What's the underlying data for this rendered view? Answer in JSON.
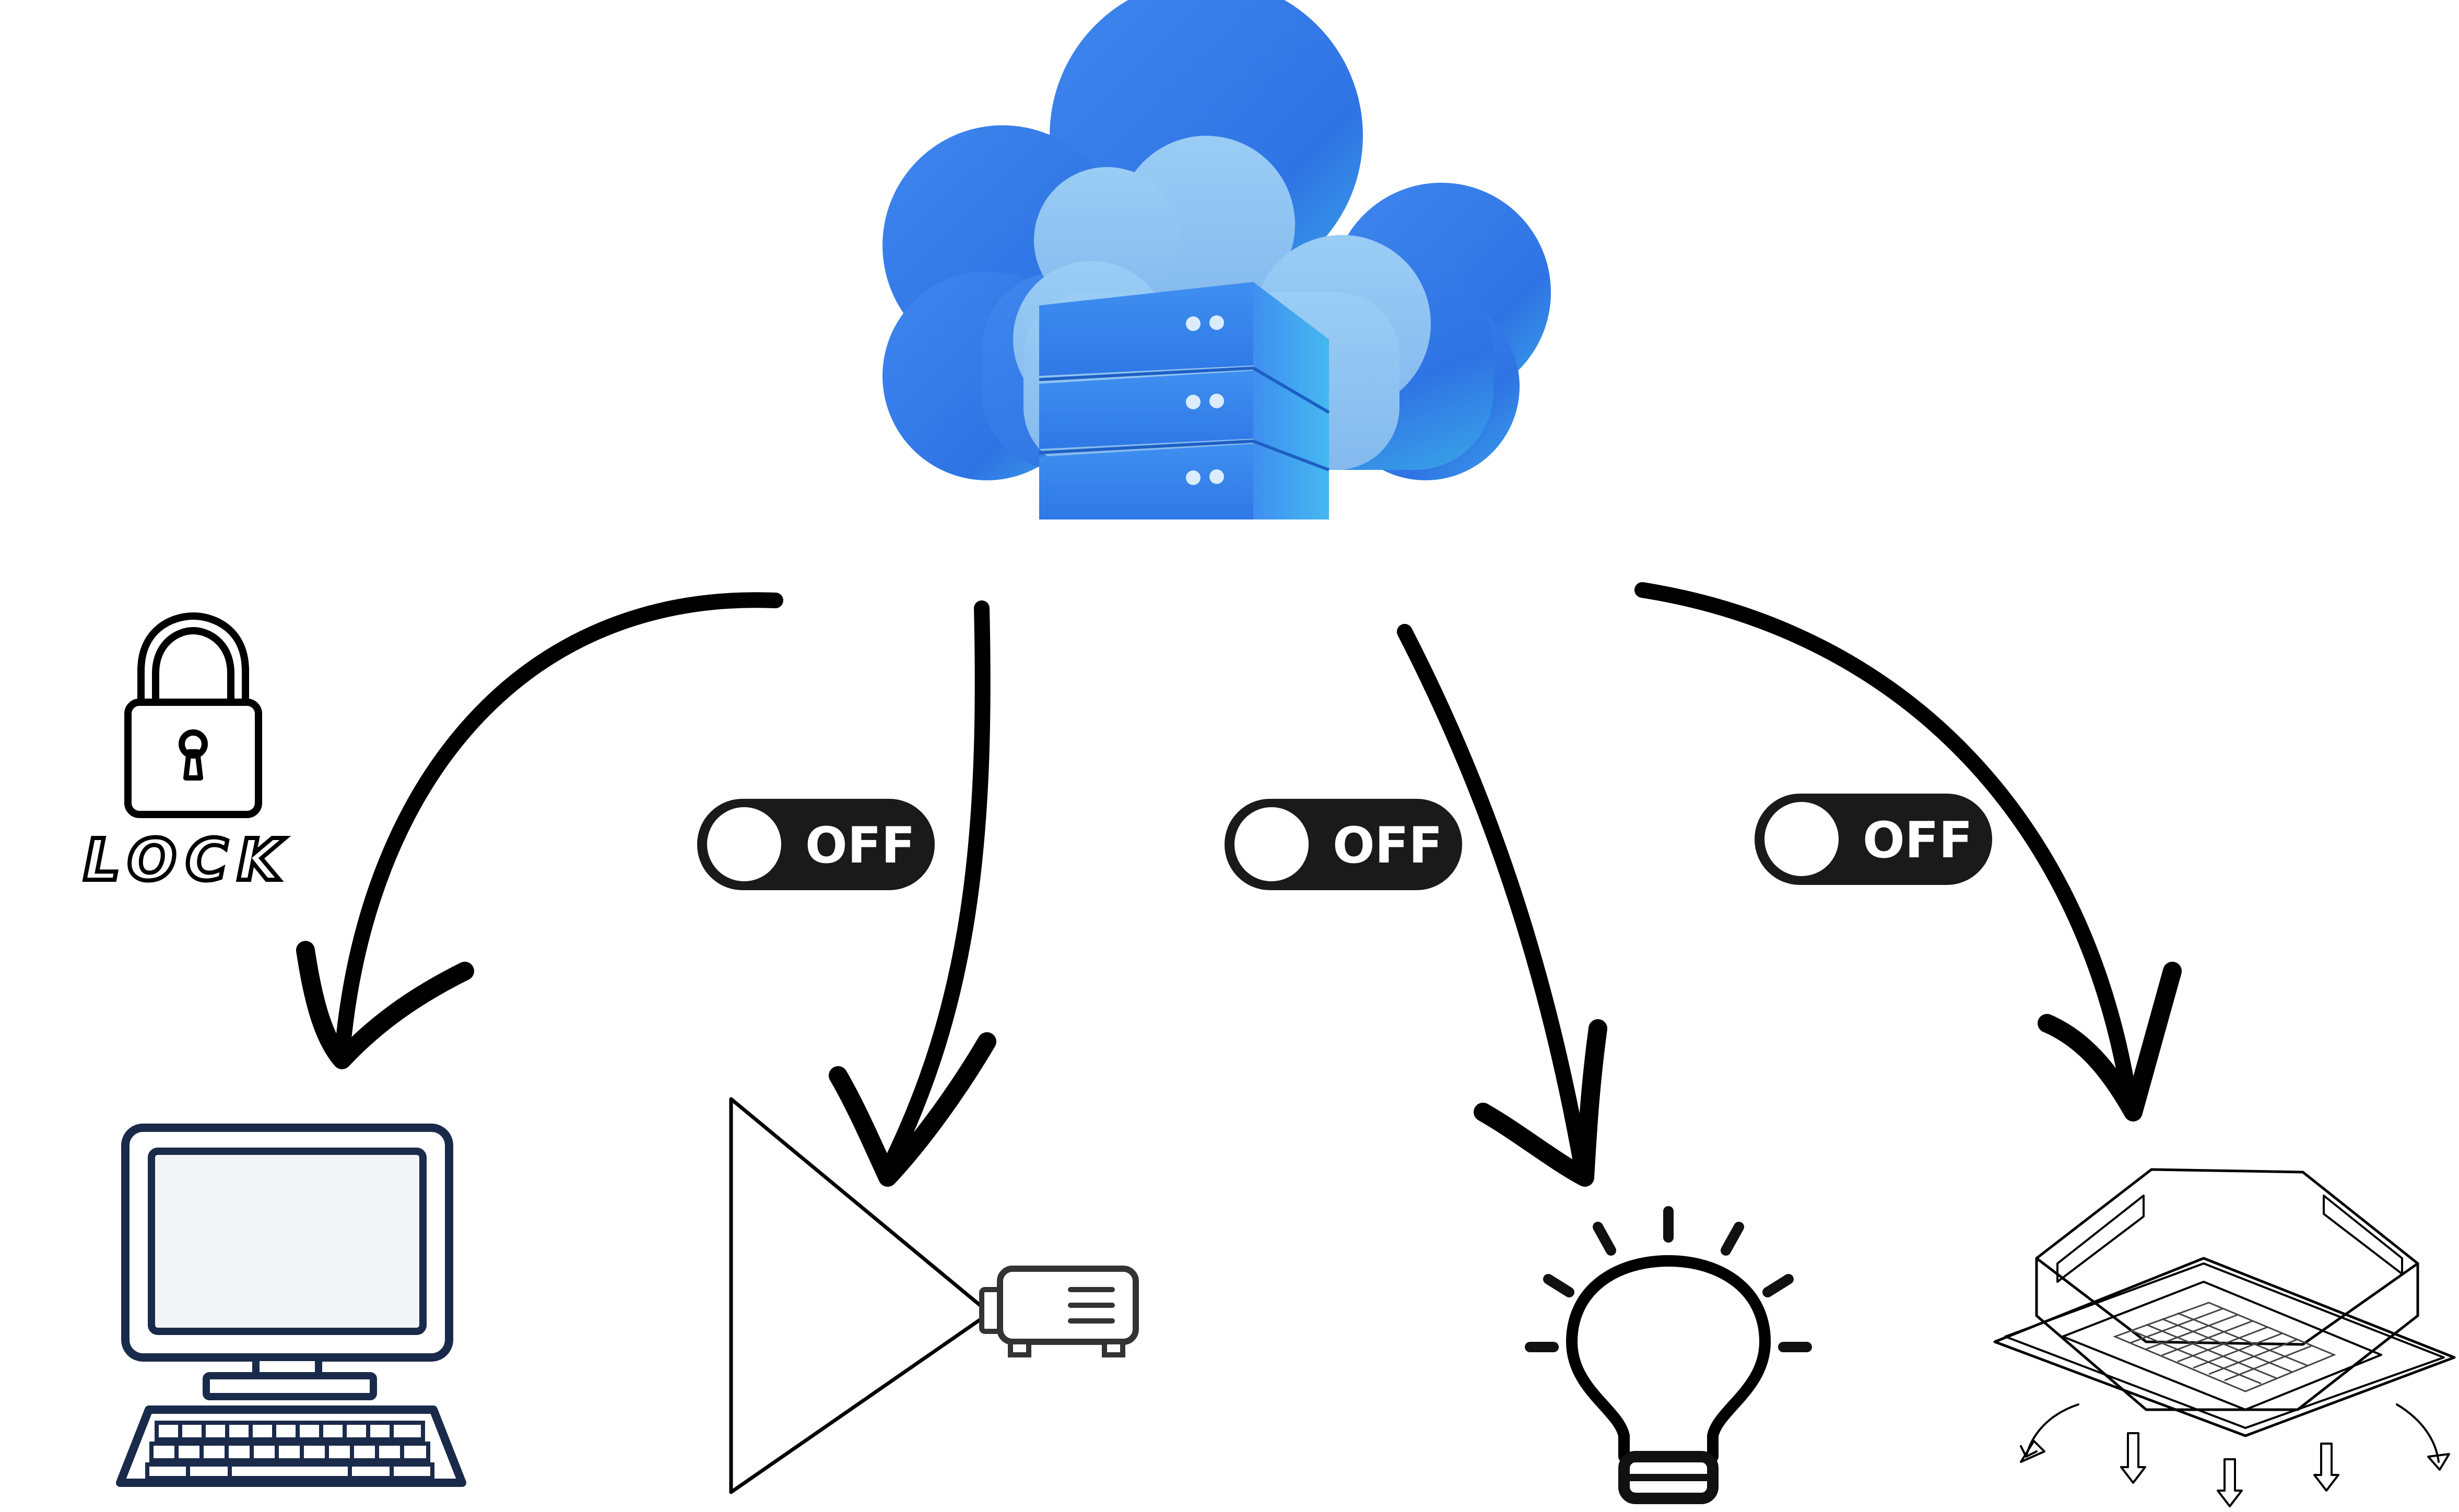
{
  "hub": {
    "icon": "cloud-server-icon",
    "colors": {
      "cloud_dark": "#2f7bea",
      "cloud_light": "#8ec4f2",
      "server": "#3d8cf0"
    }
  },
  "lock_label": "LOCK",
  "toggles": [
    {
      "label": "OFF",
      "state": "off"
    },
    {
      "label": "OFF",
      "state": "off"
    },
    {
      "label": "OFF",
      "state": "off"
    }
  ],
  "devices": [
    {
      "icon": "computer-icon"
    },
    {
      "icon": "projector-icon"
    },
    {
      "icon": "light-bulb-icon"
    },
    {
      "icon": "air-conditioner-icon"
    }
  ],
  "colors": {
    "line": "#000000",
    "toggle_bg": "#1a1a1a",
    "monitor_frame": "#1a2a4a",
    "monitor_screen": "#f2f4f7"
  }
}
